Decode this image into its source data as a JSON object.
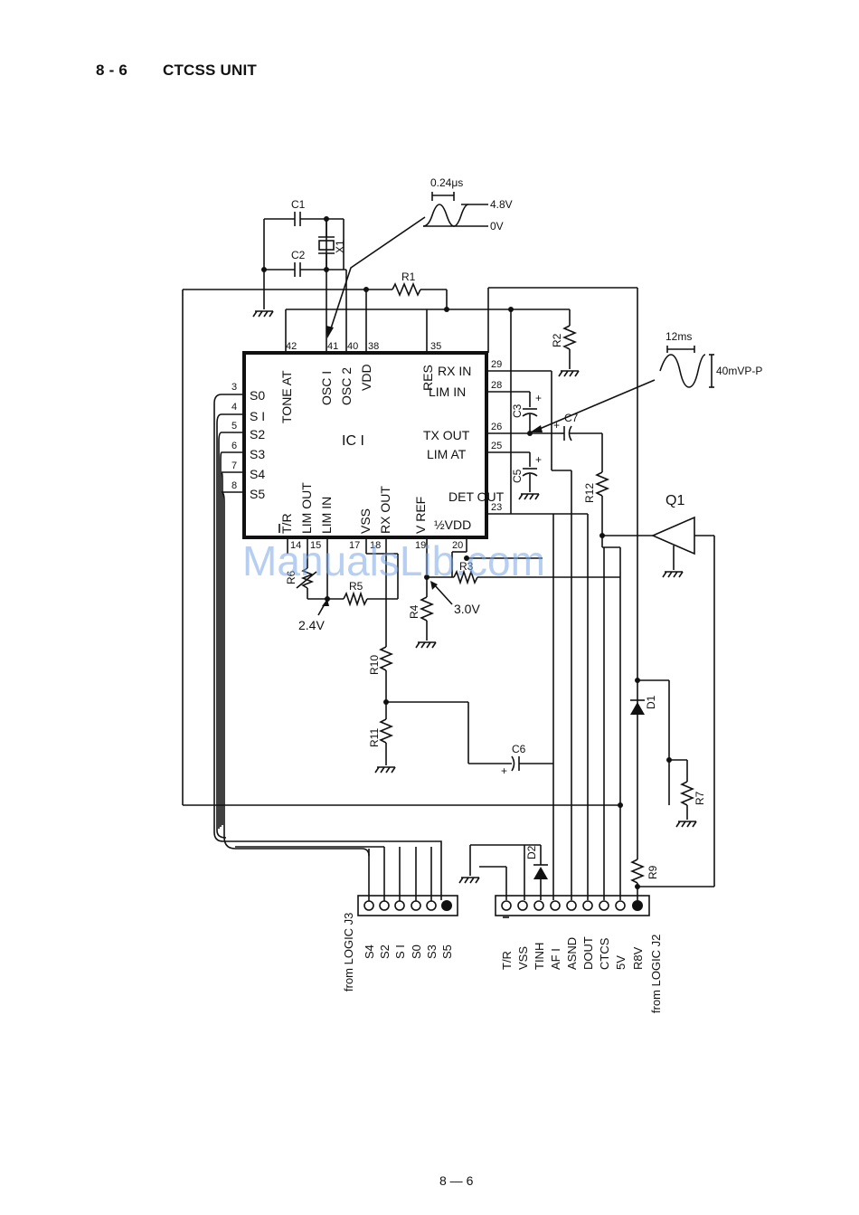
{
  "header": {
    "section": "8 - 6",
    "title": "CTCSS UNIT"
  },
  "footer": {
    "page": "8 — 6"
  },
  "watermark": "ManualsLib.com",
  "ic": {
    "name": "IC I",
    "left_pins": [
      {
        "num": "3",
        "label": "S0"
      },
      {
        "num": "4",
        "label": "S I"
      },
      {
        "num": "5",
        "label": "S2"
      },
      {
        "num": "6",
        "label": "S3"
      },
      {
        "num": "7",
        "label": "S4"
      },
      {
        "num": "8",
        "label": "S5"
      }
    ],
    "top_pins": [
      {
        "num": "42",
        "label": "TONE AT"
      },
      {
        "num": "41",
        "label": "OSC I"
      },
      {
        "num": "40",
        "label": "OSC 2"
      },
      {
        "num": "38",
        "label": "VDD"
      },
      {
        "num": "35",
        "label": "RES"
      }
    ],
    "right_pins": [
      {
        "num": "29",
        "label": "RX IN"
      },
      {
        "num": "28",
        "label": "LIM IN"
      },
      {
        "num": "26",
        "label": "TX OUT"
      },
      {
        "num": "25",
        "label": "LIM AT"
      },
      {
        "num": "23",
        "label": "DET OUT"
      },
      {
        "num": "",
        "label": "½VDD"
      }
    ],
    "bottom_pins": [
      {
        "num": "14",
        "label": "T/R"
      },
      {
        "num": "15",
        "label": "LIM OUT"
      },
      {
        "num": "",
        "label": "LIM IN"
      },
      {
        "num": "17",
        "label": "VSS"
      },
      {
        "num": "18",
        "label": "RX OUT"
      },
      {
        "num": "19",
        "label": "V REF"
      },
      {
        "num": "20",
        "label": ""
      }
    ]
  },
  "components": {
    "c1": "C1",
    "c2": "C2",
    "x1": "X1",
    "r1": "R1",
    "r2": "R2",
    "c3": "C3",
    "c5": "C5",
    "c7": "C7",
    "r12": "R12",
    "q1": "Q1",
    "r3": "R3",
    "r4": "R4",
    "r5": "R5",
    "r6": "R6",
    "r10": "R10",
    "r11": "R11",
    "c6": "C6",
    "d1": "D1",
    "r7": "R7",
    "d2": "D2",
    "r9": "R9"
  },
  "annotations": {
    "clock_period": "0.24μs",
    "clock_high": "4.8V",
    "clock_low": "0V",
    "tone_period": "12ms",
    "tone_amp": "40mVP-P",
    "v_24": "2.4V",
    "v_30": "3.0V",
    "plus": "+"
  },
  "j3": {
    "label": "from LOGIC J3",
    "pins": [
      "S4",
      "S2",
      "S I",
      "S0",
      "S3",
      "S5"
    ]
  },
  "j2": {
    "label": "from LOGIC J2",
    "pins": [
      "T/R",
      "VSS",
      "TINH",
      "AF I",
      "ASND",
      "DOUT",
      "CTCS",
      "5V",
      "R8V"
    ]
  }
}
